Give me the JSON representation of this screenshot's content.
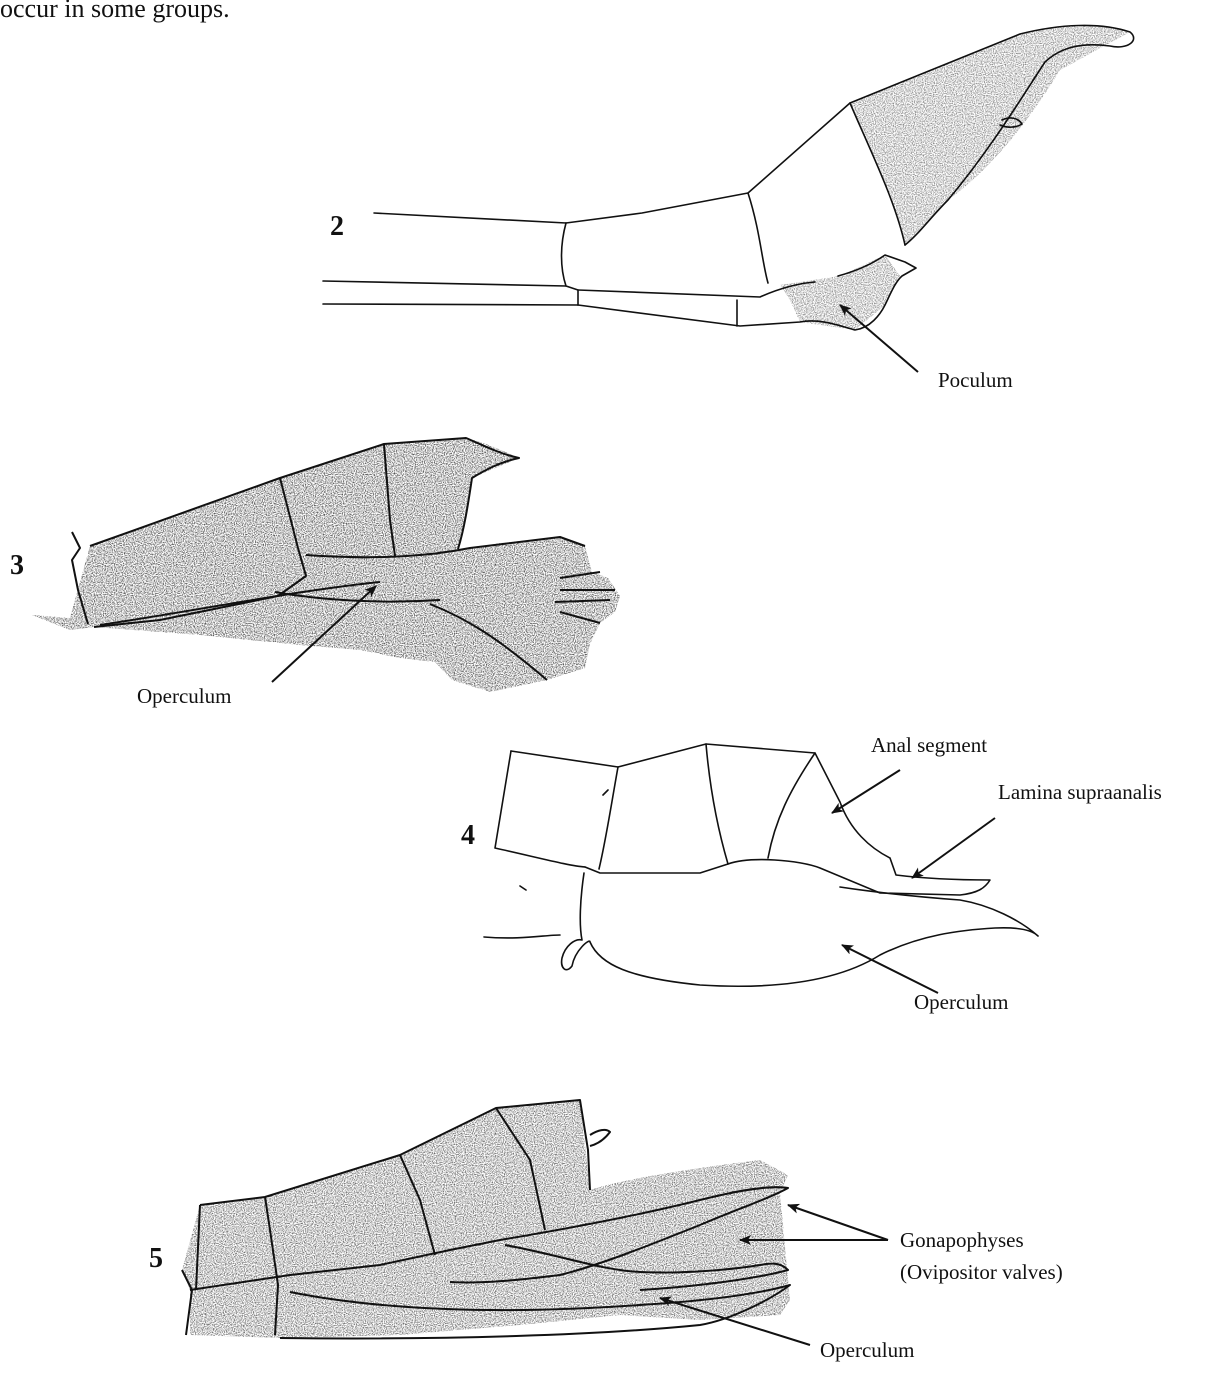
{
  "caption_fragment": "occur in some groups.",
  "figures": [
    {
      "number": "2",
      "labels": [
        "Poculum"
      ]
    },
    {
      "number": "3",
      "labels": [
        "Operculum"
      ]
    },
    {
      "number": "4",
      "labels": [
        "Anal segment",
        "Lamina supraanalis",
        "Operculum"
      ]
    },
    {
      "number": "5",
      "labels": [
        "Gonapophyses",
        "(Ovipositor valves)",
        "Operculum"
      ]
    }
  ],
  "colors": {
    "ink": "#111111",
    "paper": "#ffffff"
  }
}
